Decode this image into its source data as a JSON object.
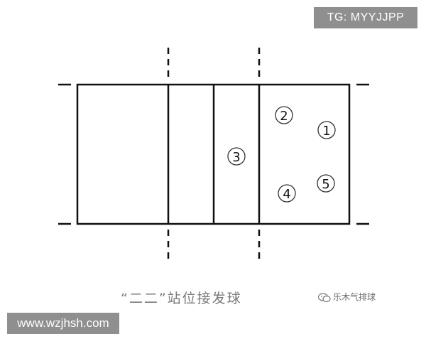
{
  "watermark_tag": "TG: MYYJJPP",
  "website": "www.wzjhsh.com",
  "caption": "“二二”站位接发球",
  "brand": "乐木气排球",
  "players": [
    {
      "number": "1"
    },
    {
      "number": "2"
    },
    {
      "number": "3"
    },
    {
      "number": "4"
    },
    {
      "number": "5"
    }
  ]
}
